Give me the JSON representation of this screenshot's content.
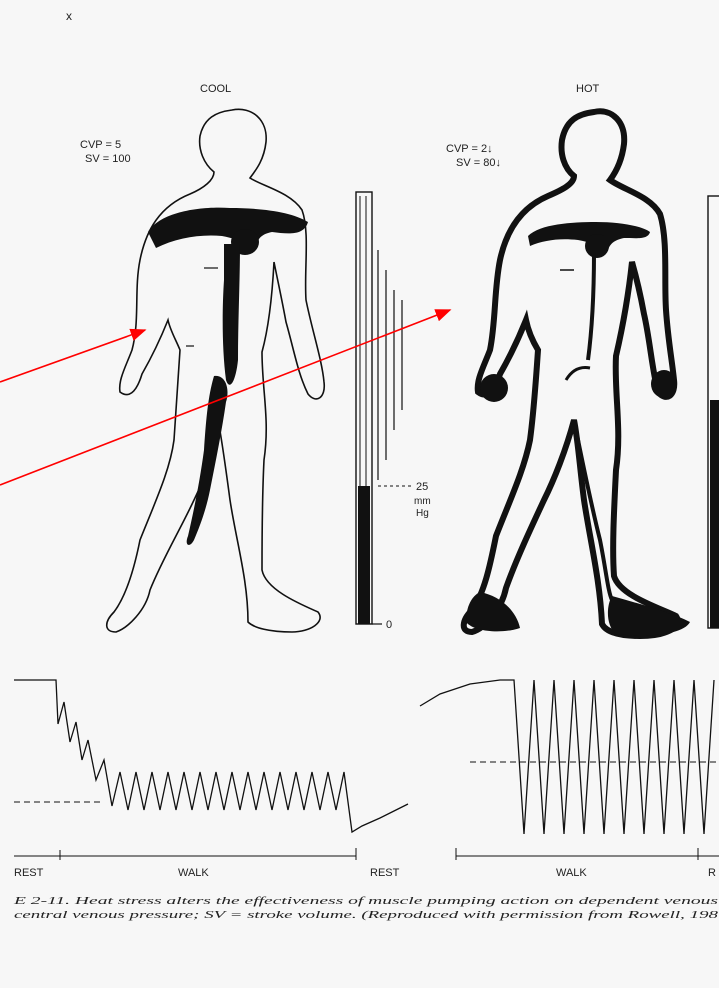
{
  "panels": {
    "left": {
      "title": "COOL",
      "cvp": "CVP = 5",
      "sv": "SV = 100"
    },
    "right": {
      "title": "HOT",
      "cvp": "CVP = 2↓",
      "sv": "SV = 80↓"
    }
  },
  "gauge": {
    "mark_value": "25",
    "mark_unit_1": "mm",
    "mark_unit_2": "Hg",
    "zero_label": "0"
  },
  "traces": {
    "left_labels": [
      "REST",
      "WALK",
      "REST"
    ],
    "right_labels": [
      "WALK",
      "R"
    ]
  },
  "caption": {
    "line1": "E 2-11. Heat stress alters the effectiveness of muscle pumping action on dependent venous",
    "line2": "central venous pressure; SV = stroke volume. (Reproduced with permission from Rowell, 198"
  },
  "marks": {
    "top_mark": "x"
  },
  "colors": {
    "ink": "#111111",
    "arrow": "#ff0000",
    "paper": "#f7f7f7"
  }
}
